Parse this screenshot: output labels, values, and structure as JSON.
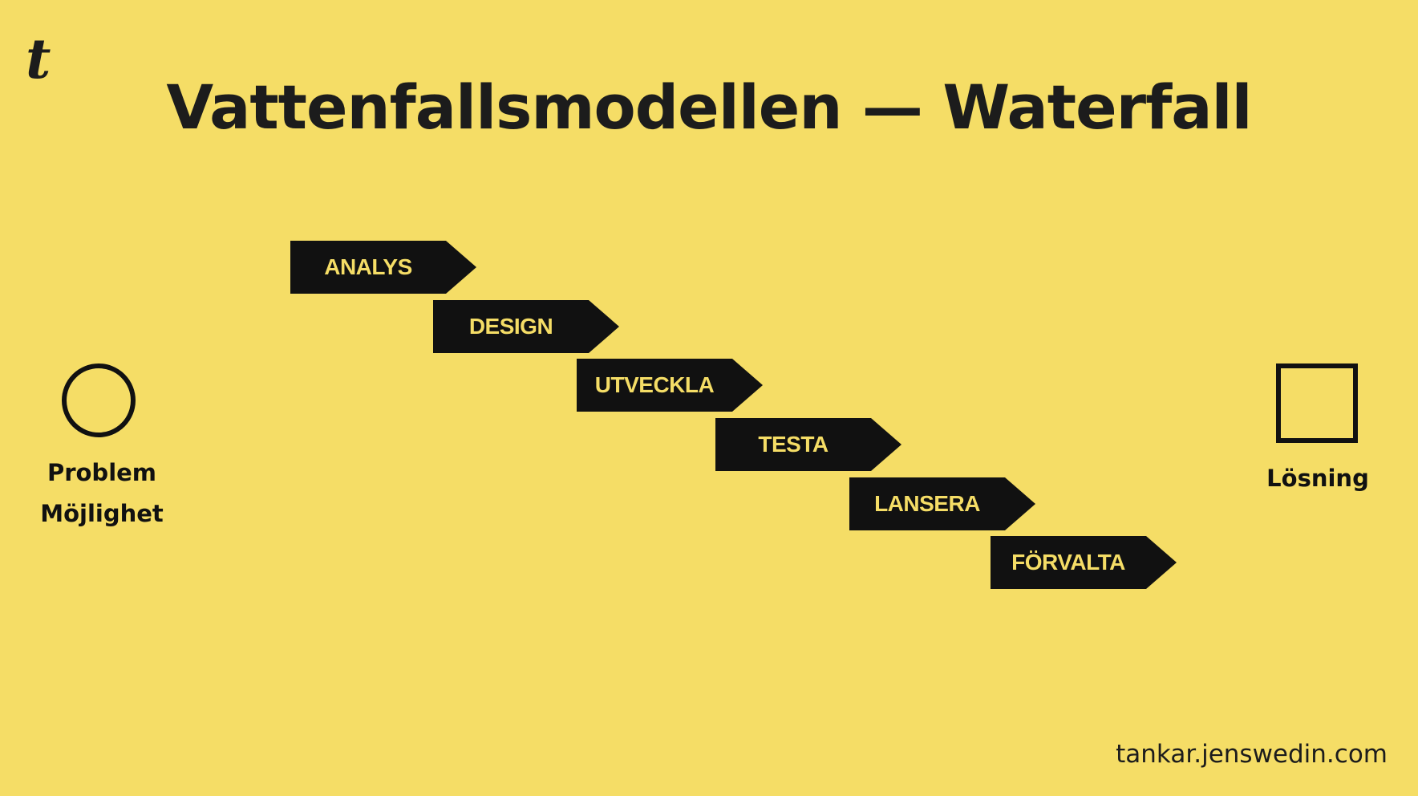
{
  "logo": "t",
  "title": "Vattenfallsmodellen — Waterfall",
  "stages": [
    "ANALYS",
    "DESIGN",
    "UTVECKLA",
    "TESTA",
    "LANSERA",
    "FÖRVALTA"
  ],
  "start": {
    "line1": "Problem",
    "line2": "Möjlighet"
  },
  "end": {
    "label": "Lösning"
  },
  "footer": "tankar.jenswedin.com",
  "colors": {
    "background": "#f5dd66",
    "stage_fill": "#111111",
    "stage_text": "#f5dd66",
    "text": "#1c1c1c"
  }
}
